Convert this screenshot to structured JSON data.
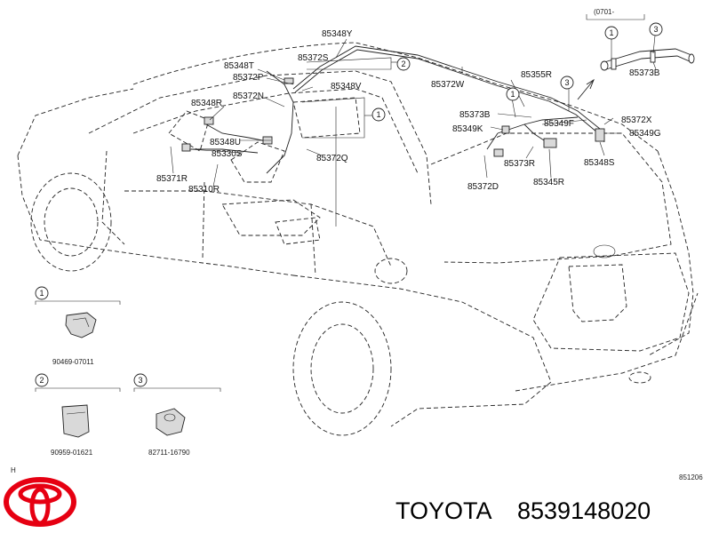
{
  "date_code": "(0701-",
  "callouts": [
    "1",
    "2",
    "3"
  ],
  "part_labels": [
    "85348Y",
    "85372S",
    "85348T",
    "85372P",
    "85348V",
    "85372N",
    "85348R",
    "85348U",
    "85330S",
    "85371R",
    "85310R",
    "85372Q",
    "85372W",
    "85355R",
    "85373B",
    "85349F",
    "85372X",
    "85349K",
    "85349G",
    "85373R",
    "85348S",
    "85372D",
    "85345R",
    "85373B"
  ],
  "legend": {
    "item1_part": "90469-07011",
    "item2_part": "90959-01621",
    "item3_part": "82711-16790"
  },
  "page_mark": "H",
  "figure_code": "851206",
  "brand": {
    "name": "TOYOTA",
    "part_number": "8539148020",
    "logo_color": "#e60012"
  }
}
